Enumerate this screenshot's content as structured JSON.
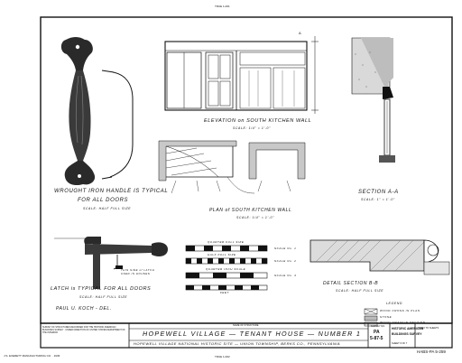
{
  "frame": {
    "top_mark": "TRUE 1-001",
    "bottom_mark": "TRUE 1-002",
    "printer_mark": "J.S. EVERETT MANUFACTURING CO. · 1936"
  },
  "handle": {
    "title": "WROUGHT IRON HANDLE IS TYPICAL",
    "subtitle": "FOR ALL DOORS",
    "scale": "SCALE: HALF FULL SIZE"
  },
  "elevation": {
    "title": "ELEVATION on SOUTH KITCHEN WALL",
    "scale": "SCALE: 1/4\" = 1'-0\""
  },
  "section_aa": {
    "title": "SECTION A-A",
    "scale": "SCALE: 1\" = 1'-0\""
  },
  "plan": {
    "title": "PLAN of SOUTH KITCHEN WALL",
    "scale": "SCALE: 1/4\" = 1'-0\""
  },
  "latch": {
    "title": "LATCH is TYPICAL FOR ALL DOORS",
    "scale": "SCALE: HALF FULL SIZE",
    "note": "THIS SIDE of LATCH USED IN HOUSES"
  },
  "scales": {
    "bar1": "QUARTER FULL SIZE",
    "bar2": "HALF FULL SIZE",
    "bar3": "QUARTER INCH SCALE",
    "bar4": "FEET",
    "note1": "SCALE No. 1",
    "note2": "SCALE No. 2",
    "note3": "SCALE No. 3"
  },
  "detail_bb": {
    "title": "DETAIL SECTION B-B",
    "scale": "SCALE: HALF FULL SIZE"
  },
  "legend": {
    "title": "LEGEND",
    "items": [
      "WOOD CROSS IN PLAN",
      "STONE",
      "WOOD GRAIN IN SECTION"
    ]
  },
  "delineator": "PAUL U. KOCH - DEL.",
  "title_block": {
    "left_note": "SURVEY OF STRUCTURES RECORDED FOR THE HISTORIC AMERICAN BUILDINGS SURVEY · UNDER DIRECTION OF UNITED STATES DEPARTMENT OF THE INTERIOR",
    "name_of_structure": "NAME OF STRUCTURE",
    "main_title": "HOPEWELL VILLAGE — TENANT HOUSE — NUMBER 1",
    "subtitle": "HOPEWELL VILLAGE NATIONAL HISTORIC SITE — UNION TOWNSHIP, BERKS CO., PENNSYLVANIA",
    "survey_no_label": "SURVEY NO.",
    "survey_no": "PA",
    "survey_no_2": "5-87-5",
    "sheet": "SHEET 6 OF 7",
    "agency": "HISTORIC AMERICAN",
    "agency2": "BUILDINGS SURVEY",
    "index_label": "INDEX TO SHEETS",
    "sheet_no": "HABS-PA 5-259"
  }
}
